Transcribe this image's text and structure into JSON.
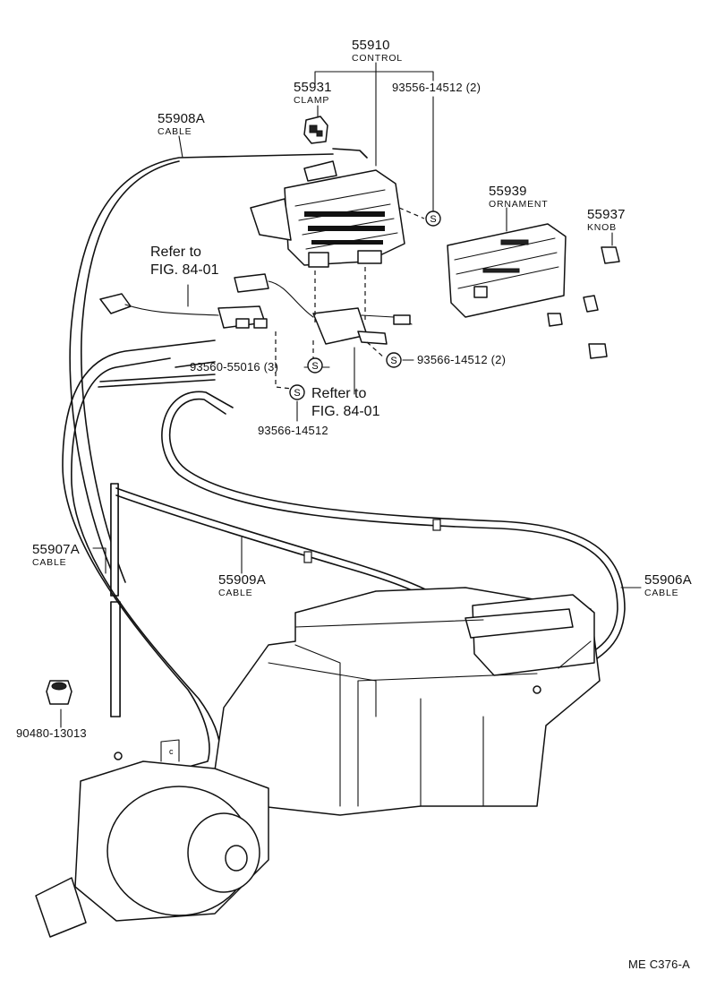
{
  "parts": {
    "control": {
      "number": "55910",
      "name": "CONTROL"
    },
    "clamp": {
      "number": "55931",
      "name": "CLAMP"
    },
    "screw_control": {
      "number": "93556-14512 (2)"
    },
    "cable_908": {
      "number": "55908A",
      "name": "CABLE"
    },
    "ornament": {
      "number": "55939",
      "name": "ORNAMENT"
    },
    "knob": {
      "number": "55937",
      "name": "KNOB"
    },
    "screw_right": {
      "number": "93566-14512 (2)"
    },
    "screw_3": {
      "number": "93560-55016 (3)"
    },
    "screw_single": {
      "number": "93566-14512"
    },
    "cable_907": {
      "number": "55907A",
      "name": "CABLE"
    },
    "cable_909": {
      "number": "55909A",
      "name": "CABLE"
    },
    "cable_906": {
      "number": "55906A",
      "name": "CABLE"
    },
    "clip": {
      "number": "90480-13013"
    }
  },
  "refs": {
    "ref_a_line1": "Refer to",
    "ref_a_line2": "FIG. 84-01",
    "ref_b_line1": "Refter to",
    "ref_b_line2": "FIG. 84-01"
  },
  "symbols": {
    "screw": "S",
    "clip_letter": "c"
  },
  "footer": {
    "code": "ME  C376-A"
  }
}
